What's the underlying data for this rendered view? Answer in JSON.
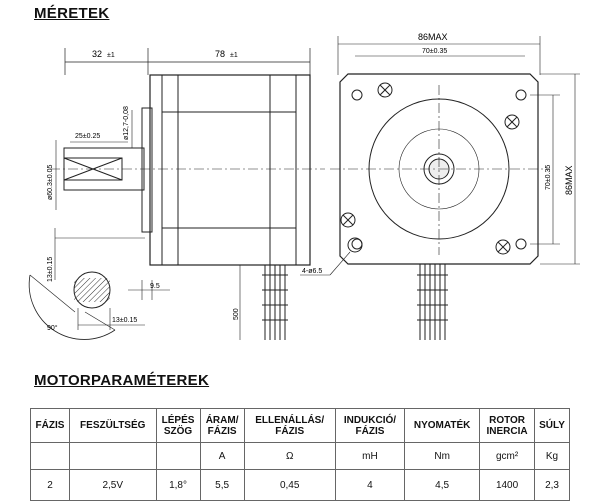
{
  "headings": {
    "dimensions": "MÉRETEK",
    "parameters": "MOTORPARAMÉTEREK"
  },
  "side_view": {
    "dim_shaft_len": "32",
    "dim_shaft_tol": "±1",
    "dim_body_len": "78",
    "dim_body_tol": "±1",
    "dim_flat": "25±0.25",
    "dim_shaft_dia": "ø12,7-0,08",
    "dim_boss_dia": "ø60.3±0.05",
    "dim_flat_offset": "13±0.15",
    "dim_boss_len": "9.5",
    "dim_cable": "500",
    "dim_angle": "90°",
    "dim_flat_width": "13±0.15"
  },
  "front_view": {
    "dim_width_max": "86MAX",
    "dim_bolt_spacing": "70±0.35",
    "dim_bolt_spacing_v": "70±0.35",
    "dim_height_max": "86MAX",
    "dim_holes": "4-ø6.5"
  },
  "table": {
    "headers": [
      [
        "FÁZIS"
      ],
      [
        "FESZÜLTSÉG"
      ],
      [
        "LÉPÉS",
        "SZÖG"
      ],
      [
        "ÁRAM/",
        "FÁZIS"
      ],
      [
        "ELLENÁLLÁS/",
        "FÁZIS"
      ],
      [
        "INDUKCIÓ/",
        "FÁZIS"
      ],
      [
        "NYOMATÉK"
      ],
      [
        "ROTOR",
        "INERCIA"
      ],
      [
        "SÚLY"
      ]
    ],
    "units": [
      "",
      "",
      "",
      "A",
      "Ω",
      "mH",
      "Nm",
      "gcm²",
      "Kg"
    ],
    "values": [
      "2",
      "2,5V",
      "1,8°",
      "5,5",
      "0,45",
      "4",
      "4,5",
      "1400",
      "2,3"
    ]
  }
}
